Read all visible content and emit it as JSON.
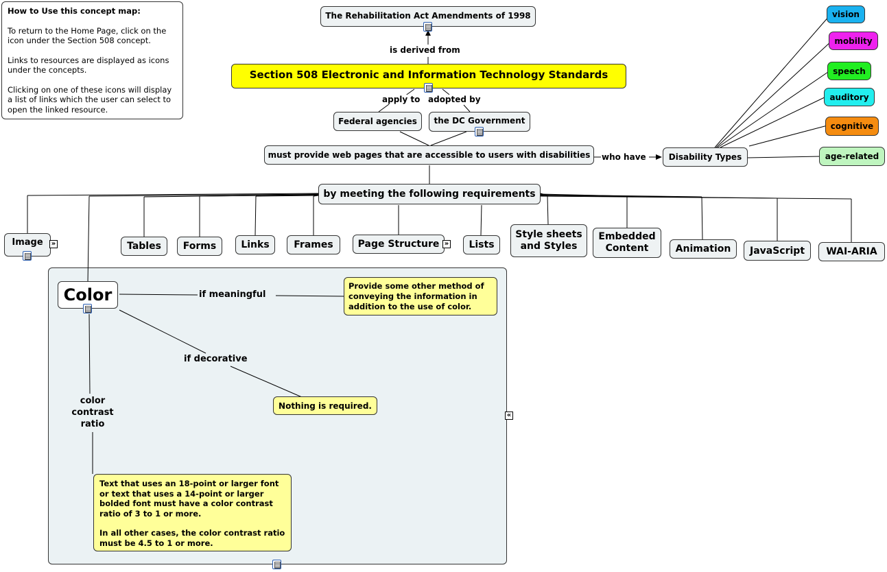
{
  "help": {
    "title": "How to Use this concept map:",
    "p1": "To return to the Home Page, click on the icon under the Section 508 concept.",
    "p2": "Links to resources are displayed as icons under the concepts.",
    "p3": "Clicking on one of these icons will display a list of links which the user can select to open the linked resource."
  },
  "top": {
    "rehab_act": "The Rehabilitation Act Amendments of 1998",
    "derived_label": "is derived from",
    "section508": "Section 508 Electronic and Information Technology Standards",
    "apply_to": "apply to",
    "adopted_by": "adopted by",
    "federal": "Federal agencies",
    "dc_gov": "the DC Government",
    "must_provide": "must provide web pages that are accessible to users with disabilities",
    "who_have": "who have",
    "disability_types": "Disability Types",
    "requirements": "by meeting the following requirements"
  },
  "disabilities": [
    {
      "label": "vision",
      "color": "#1ab2f0"
    },
    {
      "label": "mobility",
      "color": "#ee22ee"
    },
    {
      "label": "speech",
      "color": "#22ee22"
    },
    {
      "label": "auditory",
      "color": "#22eeee"
    },
    {
      "label": "cognitive",
      "color": "#f58c10"
    },
    {
      "label": "age-related",
      "color": "#bff5bf"
    }
  ],
  "requirements": [
    "Image",
    "Tables",
    "Forms",
    "Links",
    "Frames",
    "Page Structure",
    "Lists",
    "Style sheets and Styles",
    "Embedded Content",
    "Animation",
    "JavaScript",
    "WAI-ARIA"
  ],
  "color_group": {
    "color": "Color",
    "if_meaningful": "if meaningful",
    "meaningful_note": "Provide some other method of conveying the information in addition to the use of color.",
    "if_decorative": "if decorative",
    "decorative_note": "Nothing is required.",
    "contrast_label": "color contrast ratio",
    "contrast_note_1": "Text that uses an 18-point or larger font or text that uses a 14-point or larger bolded font must have a color contrast ratio of 3 to 1 or more.",
    "contrast_note_2": "In all other cases, the color contrast ratio must be 4.5 to 1 or more."
  },
  "colors": {
    "section508_bg": "#ffff00",
    "note_bg": "#ffff99",
    "node_bg": "#eef2f3",
    "group_bg": "#ebf2f4"
  }
}
